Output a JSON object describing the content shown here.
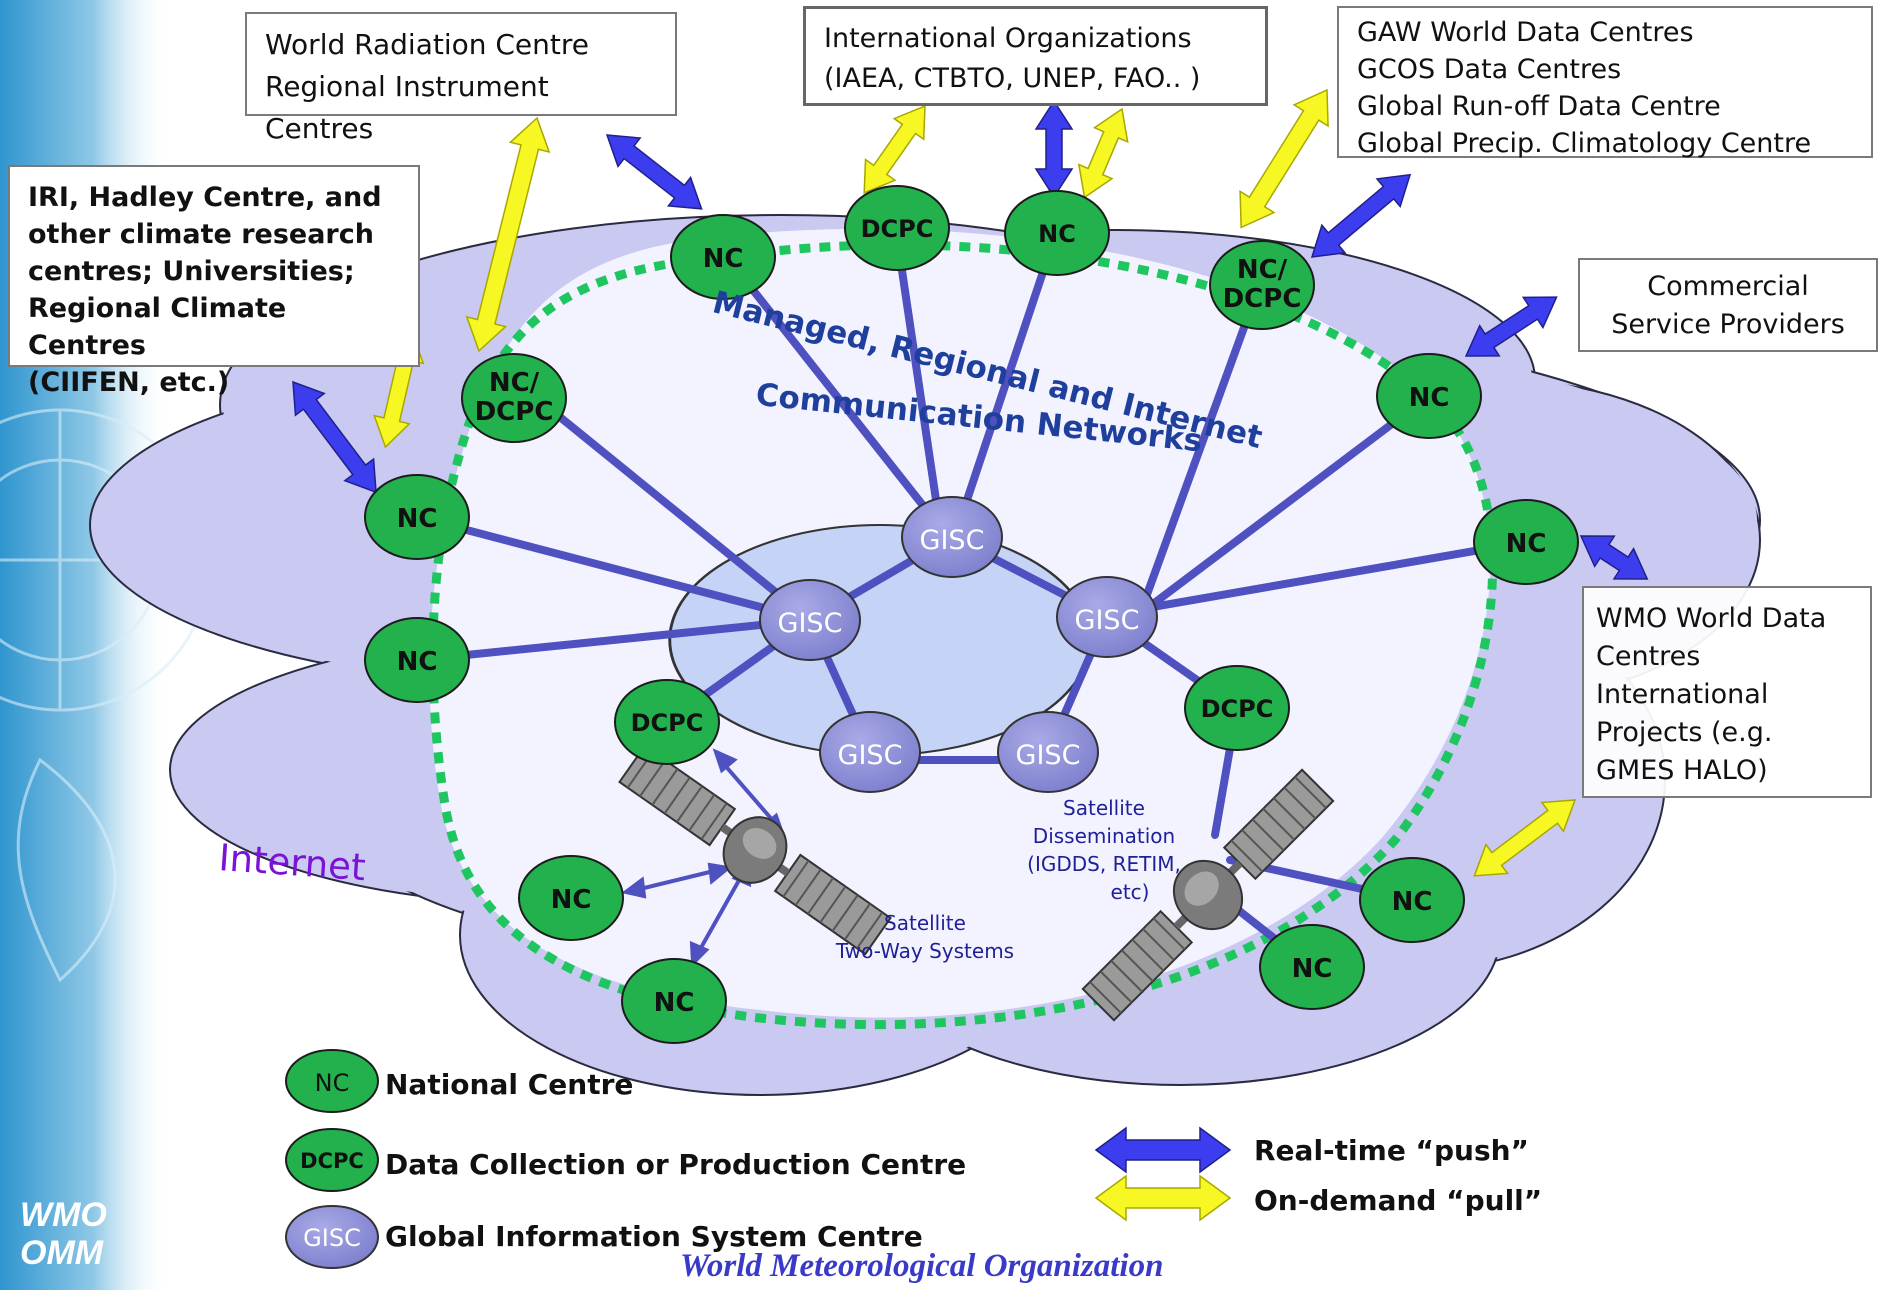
{
  "sidebar": {
    "logo_line1": "WMO",
    "logo_line2": "OMM"
  },
  "boxes": {
    "radiation": [
      "World Radiation Centre",
      "Regional Instrument Centres"
    ],
    "international": [
      "International Organizations",
      "(IAEA, CTBTO, UNEP, FAO.. )"
    ],
    "gaw": [
      "GAW World Data Centres",
      "GCOS Data Centres",
      "Global Run-off Data Centre",
      "Global Precip. Climatology Centre"
    ],
    "iri": [
      "IRI, Hadley Centre, and",
      "other climate research",
      "centres; Universities;",
      "Regional Climate Centres",
      "(CIIFEN, etc.)"
    ],
    "commercial": [
      "Commercial",
      "Service Providers"
    ],
    "wmo_wdc": [
      "WMO World Data",
      "Centres",
      "International",
      "Projects (e.g.",
      "GMES HALO)"
    ]
  },
  "nodes": {
    "nc": "NC",
    "nc_dcpc_line1": "NC/",
    "nc_dcpc_line2": "DCPC",
    "dcpc": "DCPC",
    "gisc": "GISC"
  },
  "labels": {
    "network_line1": "Managed, Regional and Internet",
    "network_line2": "Communication Networks",
    "internet": "Internet",
    "sat_two_way_line1": "Satellite",
    "sat_two_way_line2": "Two-Way Systems",
    "sat_dissem_line1": "Satellite",
    "sat_dissem_line2": "Dissemination",
    "sat_dissem_line3": "(IGDDS, RETIM,",
    "sat_dissem_line4": "etc)"
  },
  "legend": {
    "nc_label": "National Centre",
    "dcpc_label": "Data Collection or Production Centre",
    "gisc_label": "Global Information System Centre",
    "push_label": "Real-time “push”",
    "pull_label": "On-demand “pull”"
  },
  "colors": {
    "green_node": "#22b14c",
    "gisc_node": "#8e8fd6",
    "cloud": "#c9c9f2",
    "push_arrow": "#3d3df0",
    "pull_arrow": "#f7f723",
    "connector": "#4f51c0",
    "ring": "#1fc65f"
  },
  "footer": "World Meteorological Organization"
}
